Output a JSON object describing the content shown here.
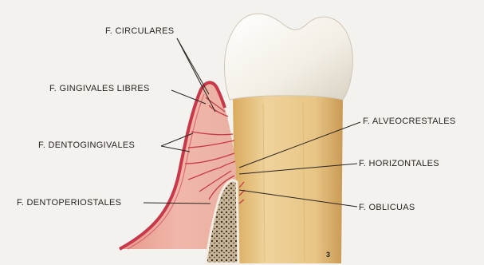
{
  "labels": {
    "circulares": "F. CIRCULARES",
    "gingivales_libres": "F. GINGIVALES LIBRES",
    "dentogingivales": "F. DENTOGINGIVALES",
    "dentoperiostales": "F. DENTOPERIOSTALES",
    "alveocrestales": "F. ALVEOCRESTALES",
    "horizontales": "F. HORIZONTALES",
    "oblicuas": "F. OBLICUAS"
  },
  "figure_number": "3",
  "colors": {
    "background": "#f4f2ef",
    "gingiva": "#e9a89b",
    "gingiva_edge": "#c8384a",
    "fibers": "#c83a48",
    "crown": "#f3efe6",
    "root": "#e9c98a",
    "bone": "#c9b79c",
    "bone_dots": "#3a2e26",
    "leader": "#2a2420"
  }
}
